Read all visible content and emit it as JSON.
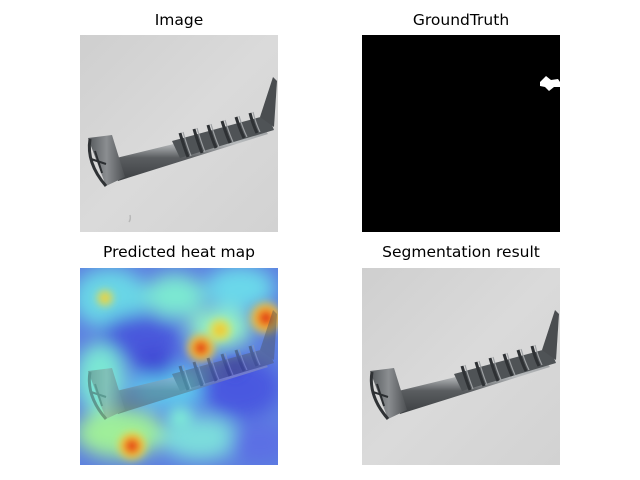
{
  "panels": [
    {
      "title": "Image"
    },
    {
      "title": "GroundTruth"
    },
    {
      "title": "Predicted heat map"
    },
    {
      "title": "Segmentation result"
    }
  ],
  "colors": {
    "image_background": "#d6d6d6",
    "screw_metal": "#5b5f62",
    "mask_background": "#000000",
    "mask_defect": "#ffffff",
    "heat_low": "#4a5be8",
    "heat_mid": "#6fe0d0",
    "heat_high": "#c81e16"
  }
}
